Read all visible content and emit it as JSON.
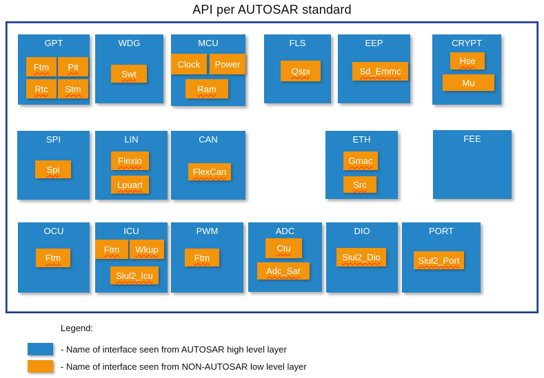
{
  "title": "API per AUTOSAR standard",
  "colors": {
    "module_blue": "#2585C6",
    "chip_orange": "#F2940C",
    "frame_border_navy": "#1C3C80",
    "spellcheck_red": "#FF2323",
    "text_black": "#0D0D0D",
    "text_white": "#FFFFFF"
  },
  "modules": [
    {
      "name": "GPT",
      "chips": [
        {
          "label": "Ftm"
        },
        {
          "label": "Pit"
        },
        {
          "label": "Rtc"
        },
        {
          "label": "Stm"
        }
      ]
    },
    {
      "name": "WDG",
      "chips": [
        {
          "label": "Swt"
        }
      ]
    },
    {
      "name": "MCU",
      "chips": [
        {
          "label": "Clock"
        },
        {
          "label": "Power"
        },
        {
          "label": "Ram"
        }
      ]
    },
    {
      "name": "FLS",
      "chips": [
        {
          "label": "Qspi"
        }
      ]
    },
    {
      "name": "EEP",
      "chips": [
        {
          "label": "Sd_Emmc"
        }
      ]
    },
    {
      "name": "CRYPT",
      "chips": [
        {
          "label": "Hse"
        },
        {
          "label": "Mu"
        }
      ]
    },
    {
      "name": "SPI",
      "chips": [
        {
          "label": "Spi"
        }
      ]
    },
    {
      "name": "LIN",
      "chips": [
        {
          "label": "Flexio"
        },
        {
          "label": "Lpuart"
        }
      ]
    },
    {
      "name": "CAN",
      "chips": [
        {
          "label": "FlexCan"
        }
      ]
    },
    {
      "name": "ETH",
      "chips": [
        {
          "label": "Gmac"
        },
        {
          "label": "Src"
        }
      ]
    },
    {
      "name": "FEE",
      "chips": []
    },
    {
      "name": "OCU",
      "chips": [
        {
          "label": "Ftm"
        }
      ]
    },
    {
      "name": "ICU",
      "chips": [
        {
          "label": "Ftm"
        },
        {
          "label": "Wkup"
        },
        {
          "label": "Siul2_Icu"
        }
      ]
    },
    {
      "name": "PWM",
      "chips": [
        {
          "label": "Ftm"
        }
      ]
    },
    {
      "name": "ADC",
      "chips": [
        {
          "label": "Ctu"
        },
        {
          "label": "Adc_Sar"
        }
      ]
    },
    {
      "name": "DIO",
      "chips": [
        {
          "label": "Siul2_Dio"
        }
      ]
    },
    {
      "name": "PORT",
      "chips": [
        {
          "label": "Siul2_Port"
        }
      ]
    }
  ],
  "legend": {
    "heading": "Legend:",
    "items": [
      {
        "swatch": "blue",
        "label": "- Name of interface seen from AUTOSAR high level layer"
      },
      {
        "swatch": "orange",
        "label": "- Name of interface seen from NON-AUTOSAR low level layer"
      }
    ]
  }
}
